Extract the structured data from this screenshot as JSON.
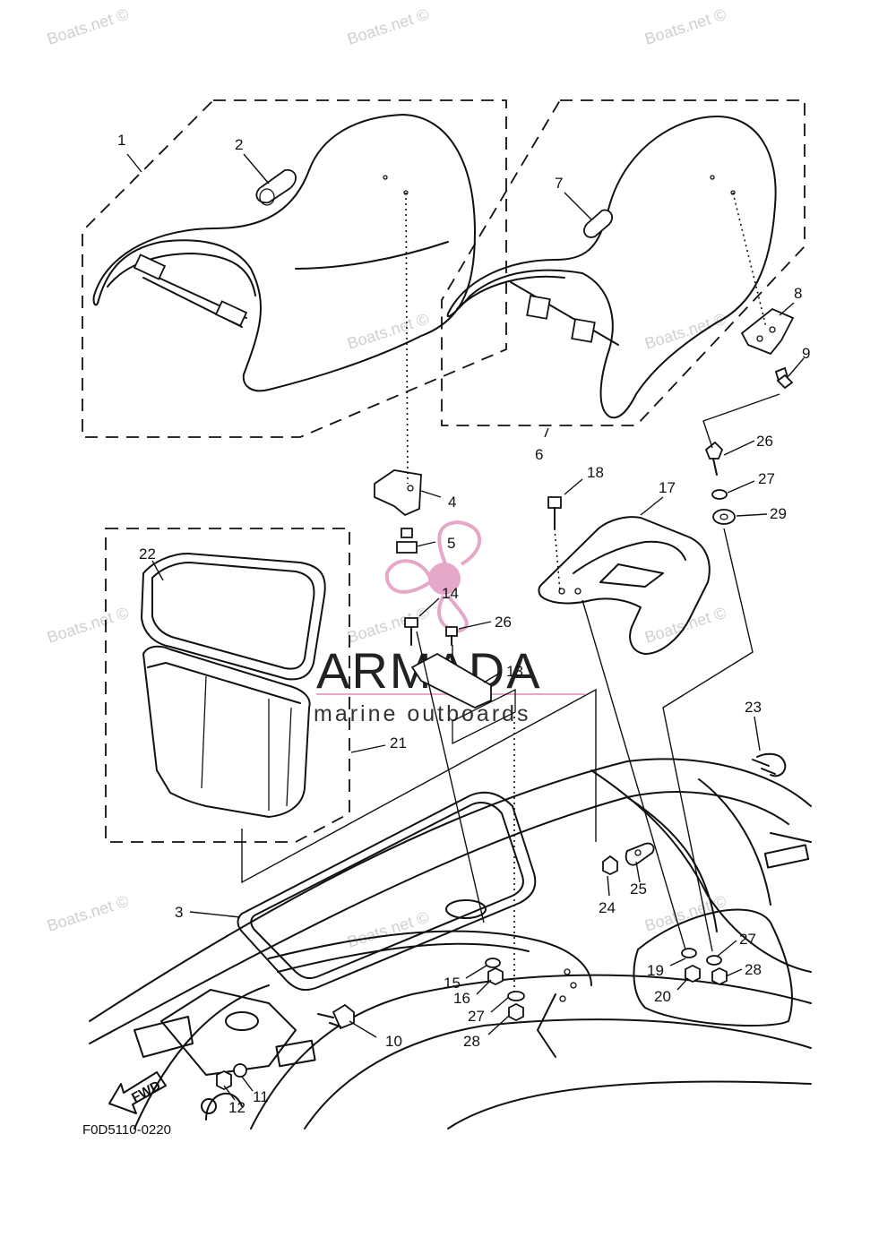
{
  "diagram": {
    "drawing_code": "F0D5110-0220",
    "fwd_label": "FWD",
    "watermark": "Boats.net ©",
    "logo": {
      "name": "ARMADA",
      "tagline": "marine outboards",
      "accent_color": "#e6a8c8"
    },
    "callouts": [
      "1",
      "2",
      "3",
      "4",
      "5",
      "6",
      "7",
      "8",
      "9",
      "10",
      "11",
      "12",
      "13",
      "14",
      "15",
      "16",
      "17",
      "18",
      "19",
      "20",
      "21",
      "22",
      "23",
      "24",
      "25",
      "26",
      "26",
      "27",
      "27",
      "27",
      "28",
      "28",
      "29"
    ]
  }
}
